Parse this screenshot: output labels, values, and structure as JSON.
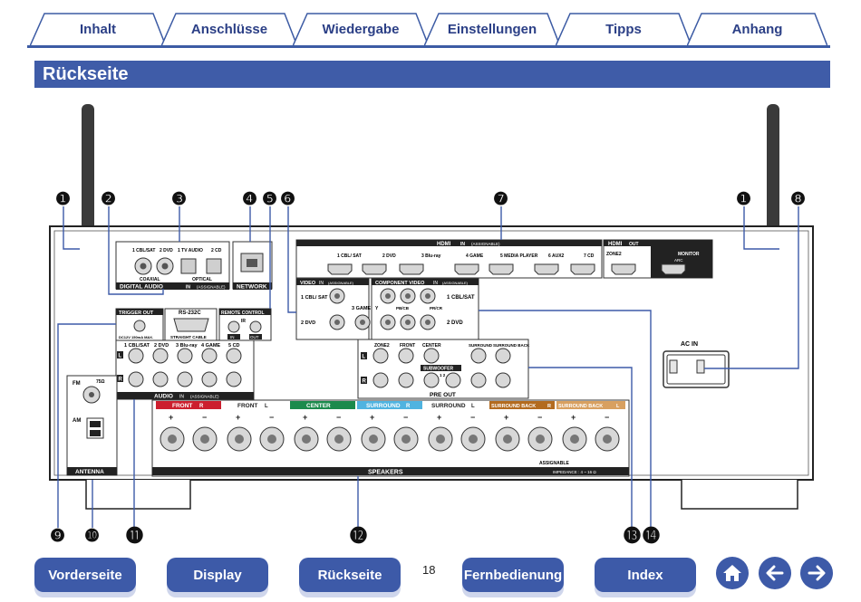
{
  "tabs": [
    {
      "label": "Inhalt"
    },
    {
      "label": "Anschlüsse"
    },
    {
      "label": "Wiedergabe"
    },
    {
      "label": "Einstellungen"
    },
    {
      "label": "Tipps"
    },
    {
      "label": "Anhang"
    }
  ],
  "page_title": "Rückseite",
  "callouts": [
    "❶",
    "❷",
    "❸",
    "❹",
    "❺",
    "❻",
    "❼",
    "❶",
    "❽",
    "❾",
    "❿",
    "⓫",
    "⓬",
    "⓭",
    "⓮"
  ],
  "panel": {
    "digital_audio": {
      "title": "DIGITAL AUDIO",
      "in": "IN",
      "assignable": "(ASSIGNABLE)",
      "coax_inputs": [
        "1 CBL/SAT",
        "2 DVD"
      ],
      "coaxial": "COAXIAL",
      "optical_inputs": [
        "1 TV AUDIO",
        "2 CD"
      ],
      "optical": "OPTICAL"
    },
    "network": "NETWORK",
    "hdmi_in": {
      "title": "HDMI",
      "in": "IN",
      "assignable": "(ASSIGNABLE)",
      "inputs": [
        "1 CBL/ SAT",
        "2 DVD",
        "3 Blu-ray",
        "4 GAME",
        "5 MEDIA PLAYER",
        "6 AUX2",
        "7 CD"
      ]
    },
    "hdmi_out": {
      "title": "HDMI",
      "out": "OUT",
      "zone2": "ZONE2",
      "monitor": "MONITOR",
      "arc": "ARC"
    },
    "video": {
      "title": "VIDEO",
      "in": "IN",
      "assignable": "(ASSIGNABLE)",
      "inputs": [
        "1 CBL/ SAT",
        "2 DVD",
        "3 GAME"
      ]
    },
    "component": {
      "title": "COMPONENT VIDEO",
      "in": "IN",
      "assignable": "(ASSIGNABLE)",
      "y": "Y",
      "pb": "PB/CB",
      "pr": "PR/CR",
      "inputs": [
        "1 CBL/SAT",
        "2 DVD"
      ]
    },
    "trigger": {
      "title": "TRIGGER OUT",
      "spec": "DC12V 150mA MAX."
    },
    "rs232": {
      "title": "RS-232C",
      "cable": "STRAIGHT CABLE"
    },
    "remote": {
      "title": "REMOTE CONTROL",
      "ir": "IR",
      "in": "IN",
      "out": "OUT"
    },
    "audio": {
      "title": "AUDIO",
      "in": "IN",
      "assignable": "(ASSIGNABLE)",
      "inputs": [
        "1 CBL/SAT",
        "2 DVD",
        "3 Blu-ray",
        "4 GAME",
        "5 CD"
      ],
      "l": "L",
      "r": "R"
    },
    "preout": {
      "title": "PRE OUT",
      "channels": [
        "ZONE2",
        "FRONT",
        "CENTER",
        "SURROUND",
        "SURROUND BACK"
      ],
      "subwoofer": "SUBWOOFER",
      "sub_nums": "1  2",
      "l": "L",
      "r": "R"
    },
    "antenna": {
      "title": "ANTENNA",
      "fm": "FM",
      "ohm": "75Ω",
      "am": "AM"
    },
    "ac_in": "AC IN",
    "speakers": {
      "title": "SPEAKERS",
      "channels": [
        {
          "label": "FRONT",
          "side": "R",
          "color": "#cc1f2e"
        },
        {
          "label": "FRONT",
          "side": "L",
          "color": "#ffffff"
        },
        {
          "label": "CENTER",
          "side": "",
          "color": "#1b8a4c"
        },
        {
          "label": "SURROUND",
          "side": "R",
          "color": "#4fb3e0"
        },
        {
          "label": "SURROUND",
          "side": "L",
          "color": "#4fb3e0"
        },
        {
          "label": "SURROUND BACK",
          "side": "R",
          "color": "#b36b1f"
        },
        {
          "label": "SURROUND BACK",
          "side": "L",
          "color": "#d8a060"
        }
      ],
      "assignable": "ASSIGNABLE",
      "impedance": "IMPEDANCE : 4 ~ 16 Ω"
    }
  },
  "nav": {
    "buttons": [
      {
        "label": "Vorderseite"
      },
      {
        "label": "Display"
      },
      {
        "label": "Rückseite"
      },
      {
        "label": "Fernbedienung"
      },
      {
        "label": "Index"
      }
    ],
    "page_number": "18",
    "home_icon": "home-icon",
    "back_icon": "arrow-left-icon",
    "forward_icon": "arrow-right-icon"
  }
}
